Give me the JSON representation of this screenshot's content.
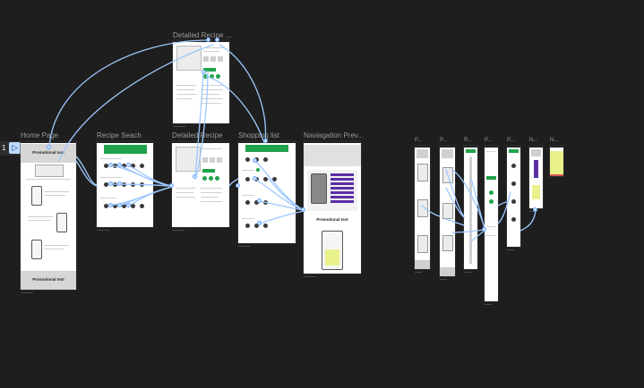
{
  "canvas": {
    "page_number": "1",
    "frames": [
      {
        "id": "home",
        "label": "Home Page"
      },
      {
        "id": "search",
        "label": "Recipe Seach"
      },
      {
        "id": "detail",
        "label": "Detailed Recipe"
      },
      {
        "id": "detail_top",
        "label": "Detailed Recipe ..."
      },
      {
        "id": "shopping",
        "label": "Shopping list"
      },
      {
        "id": "nav",
        "label": "Naviagation Prev..."
      },
      {
        "id": "m1",
        "label": "P..."
      },
      {
        "id": "m2",
        "label": "P..."
      },
      {
        "id": "m3",
        "label": "R..."
      },
      {
        "id": "m4",
        "label": "P..."
      },
      {
        "id": "m5",
        "label": "P..."
      },
      {
        "id": "m6",
        "label": "N..."
      },
      {
        "id": "m7",
        "label": "N..."
      }
    ]
  },
  "home": {
    "promo_top": "Promotional text",
    "promo_bottom": "Promotional text"
  },
  "nav": {
    "promo": "Promotional text"
  },
  "colors": {
    "canvas": "#1e1e1e",
    "accent_green": "#1fa34a",
    "connector_blue": "#9fc8ff",
    "sticky_yellow": "#e9f28a",
    "purple": "#5b2ea6"
  }
}
